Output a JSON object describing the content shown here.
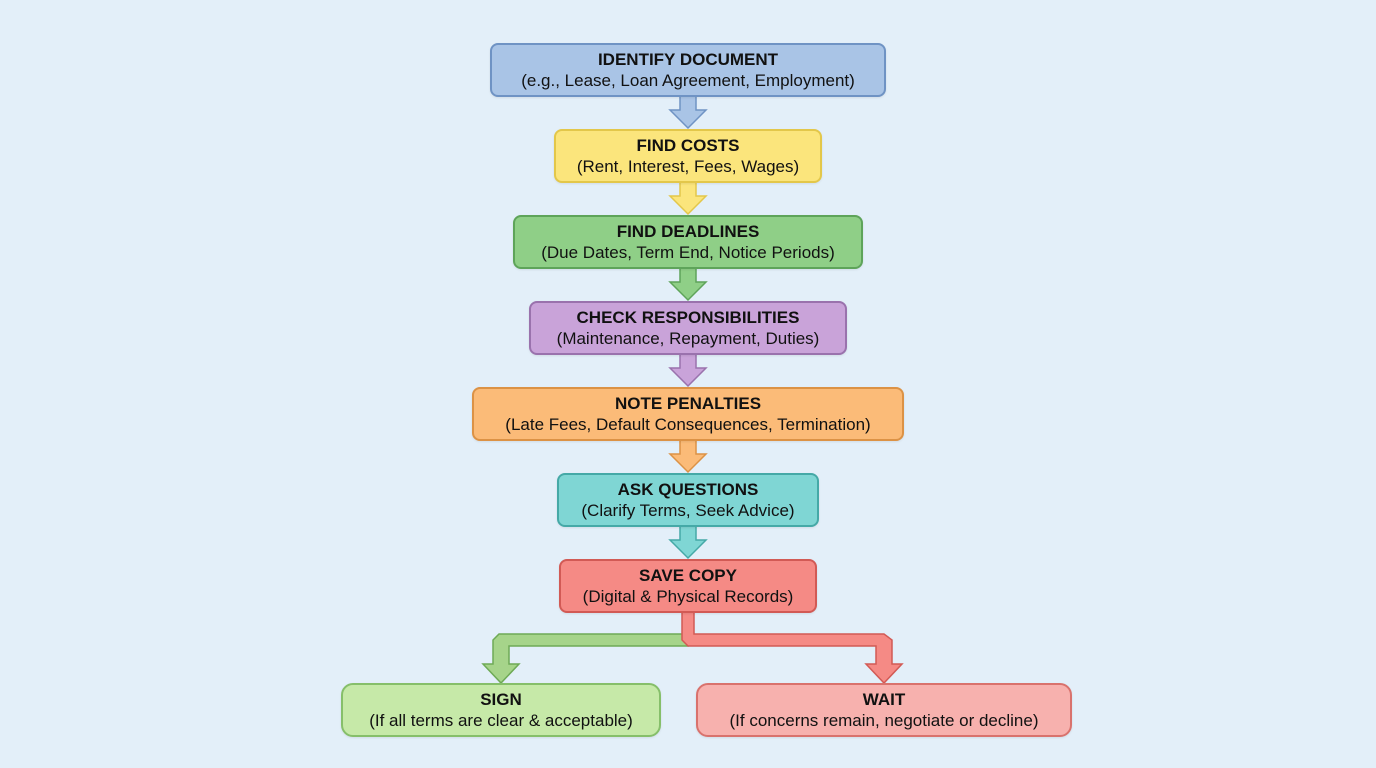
{
  "diagram": {
    "type": "flowchart",
    "steps": [
      {
        "title": "IDENTIFY DOCUMENT",
        "subtitle": "(e.g., Lease, Loan Agreement, Employment)",
        "fill": "#a9c4e6",
        "border": "#6f93c4"
      },
      {
        "title": "FIND COSTS",
        "subtitle": "(Rent, Interest, Fees, Wages)",
        "fill": "#fbe57c",
        "border": "#e3c74a"
      },
      {
        "title": "FIND DEADLINES",
        "subtitle": "(Due Dates, Term End, Notice Periods)",
        "fill": "#8fcf87",
        "border": "#5ea45a"
      },
      {
        "title": "CHECK RESPONSIBILITIES",
        "subtitle": "(Maintenance, Repayment, Duties)",
        "fill": "#c9a3d9",
        "border": "#9a72ad"
      },
      {
        "title": "NOTE PENALTIES",
        "subtitle": "(Late Fees, Default Consequences, Termination)",
        "fill": "#fbbb78",
        "border": "#dc9245"
      },
      {
        "title": "ASK QUESTIONS",
        "subtitle": "(Clarify Terms, Seek Advice)",
        "fill": "#7fd6d4",
        "border": "#45a9a7"
      },
      {
        "title": "SAVE COPY",
        "subtitle": "(Digital & Physical Records)",
        "fill": "#f58a85",
        "border": "#d25a55"
      }
    ],
    "outcomes": [
      {
        "title": "SIGN",
        "subtitle": "(If all terms are clear & acceptable)",
        "fill": "#c6e9a8",
        "border": "#86bf6a"
      },
      {
        "title": "WAIT",
        "subtitle": "(If concerns remain, negotiate or decline)",
        "fill": "#f7b1ae",
        "border": "#d9726d"
      }
    ],
    "background": "#e3eff9"
  }
}
